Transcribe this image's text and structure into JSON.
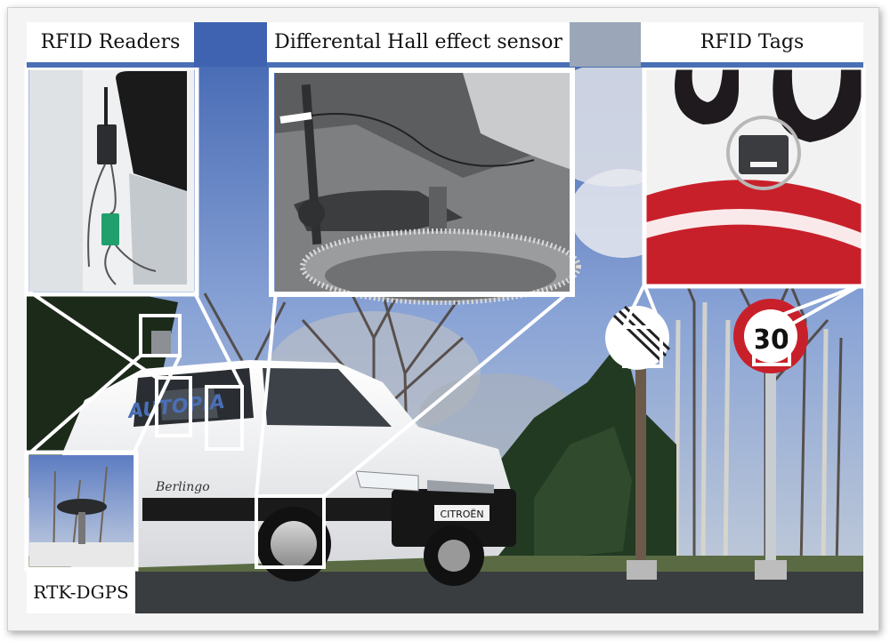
{
  "labels": {
    "readers": "RFID Readers",
    "hall_sensor": "Differental Hall effect sensor",
    "tags": "RFID Tags",
    "gps": "RTK-DGPS"
  },
  "vehicle": {
    "side_text": "AUTOPIA",
    "plate": "CITROËN",
    "model": "Berlingo"
  },
  "sign": {
    "speed_limit": "30"
  },
  "colors": {
    "accent_blue": "#4a6fb5",
    "sky": "#5f7fc1",
    "sign_red": "#c8202a",
    "reader_green": "#21a06d"
  }
}
